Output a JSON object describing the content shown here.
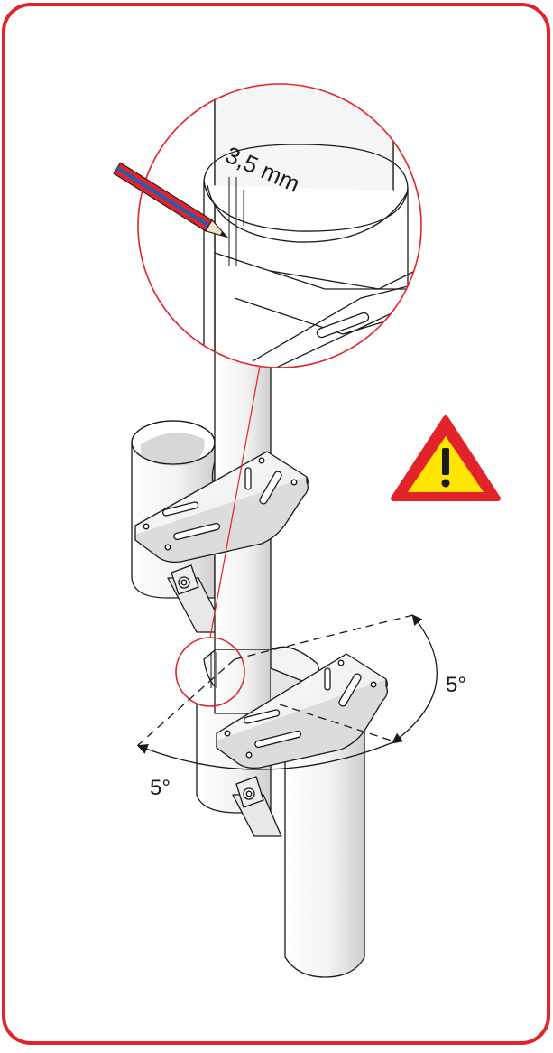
{
  "diagram": {
    "detail_dimension": "3,5 mm",
    "angle_right": "5°",
    "angle_left": "5°"
  },
  "colors": {
    "frame_red": "#e2232a",
    "warning_red": "#e2232a",
    "warning_yellow": "#ffe600",
    "pencil_red": "#e2232a",
    "pencil_blue": "#1f5fb4",
    "line": "#1a1a1a"
  },
  "icons": {
    "warning": "warning-triangle-icon",
    "pencil": "pencil-icon"
  }
}
